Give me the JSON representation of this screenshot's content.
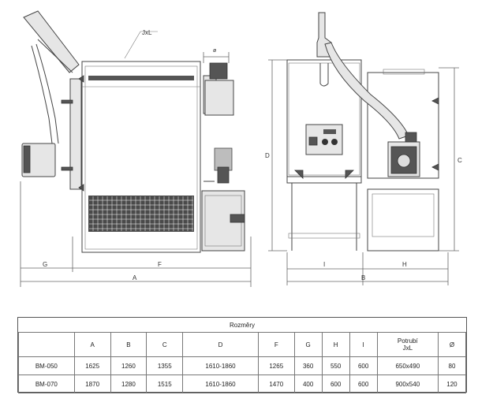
{
  "labels": {
    "jxl": "JxL",
    "phi_top": "ø",
    "A": "A",
    "B": "B",
    "C": "C",
    "D": "D",
    "F": "F",
    "G": "G",
    "H": "H",
    "I": "I"
  },
  "table": {
    "title": "Rozměry",
    "headers": [
      "",
      "A",
      "B",
      "C",
      "D",
      "F",
      "G",
      "H",
      "I",
      "Potrubí\nJxL",
      "Ø"
    ],
    "rows": [
      [
        "BM-050",
        "1625",
        "1260",
        "1355",
        "1610-1860",
        "1265",
        "360",
        "550",
        "600",
        "650x490",
        "80"
      ],
      [
        "BM-070",
        "1870",
        "1280",
        "1515",
        "1610-1860",
        "1470",
        "400",
        "600",
        "600",
        "900x540",
        "120"
      ]
    ]
  }
}
